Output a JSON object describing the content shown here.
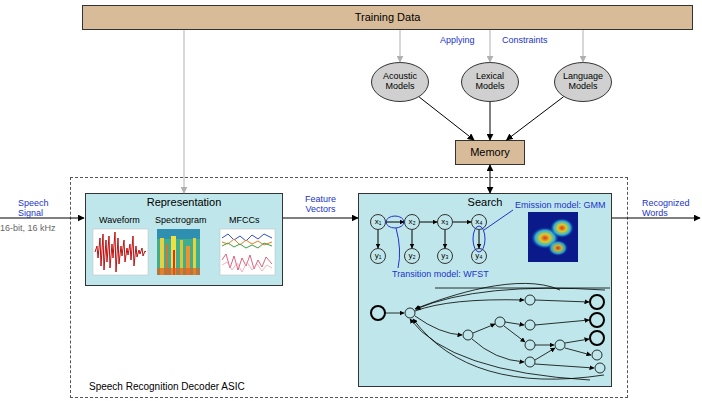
{
  "diagram": {
    "nodes": [
      {
        "text": [
          "Training Data"
        ]
      },
      {
        "text": [
          "Acoustic Models"
        ]
      },
      {
        "text": [
          "Lexical Models"
        ]
      },
      {
        "text": [
          "Language Models"
        ]
      },
      {
        "text": [
          "Memory"
        ]
      },
      {
        "text": [
          "Speech Recognition Decoder ASIC"
        ]
      },
      {
        "text": [
          "Representation"
        ],
        "in": 5
      },
      {
        "text": [
          "Search"
        ],
        "in": 5
      },
      {
        "text": [
          "x₁"
        ],
        "in": 7
      },
      {
        "text": [
          "x₂"
        ],
        "in": 7
      },
      {
        "text": [
          "x₃"
        ],
        "in": 7
      },
      {
        "text": [
          "x₄"
        ],
        "in": 7
      },
      {
        "text": [
          "y₁"
        ],
        "in": 7
      },
      {
        "text": [
          "y₂"
        ],
        "in": 7
      },
      {
        "text": [
          "y₃"
        ],
        "in": 7
      },
      {
        "text": [
          "y₄"
        ],
        "in": 7
      }
    ],
    "edges": [
      {
        "from": 0,
        "to": 1,
        "arrow": "to"
      },
      {
        "from": 0,
        "to": 2,
        "arrow": "to"
      },
      {
        "from": 0,
        "to": 3,
        "arrow": "to"
      },
      {
        "from": 0,
        "to": 6,
        "arrow": "to"
      },
      {
        "from": 1,
        "to": 4,
        "arrow": "to"
      },
      {
        "from": 2,
        "to": 4,
        "arrow": "to"
      },
      {
        "from": 3,
        "to": 4,
        "arrow": "to"
      },
      {
        "from": 4,
        "to": 7,
        "arrow": "both"
      },
      {
        "from": 6,
        "to": 7,
        "label": "Feature Vectors",
        "arrow": "to"
      },
      {
        "from": 8,
        "to": 9,
        "arrow": "to"
      },
      {
        "from": 9,
        "to": 10,
        "arrow": "to"
      },
      {
        "from": 10,
        "to": 11,
        "arrow": "to"
      },
      {
        "from": 8,
        "to": 12,
        "arrow": "to"
      },
      {
        "from": 9,
        "to": 13,
        "arrow": "to"
      },
      {
        "from": 10,
        "to": 14,
        "arrow": "to"
      },
      {
        "from": 11,
        "to": 15,
        "arrow": "to"
      }
    ],
    "labels": [
      "Applying",
      "Constraints",
      "Speech Signal",
      "16-bit, 16 kHz",
      "Recognized Words",
      "Waveform",
      "Spectrogram",
      "MFCCs",
      "Emission model: GMM",
      "Transition model: WFST"
    ]
  }
}
